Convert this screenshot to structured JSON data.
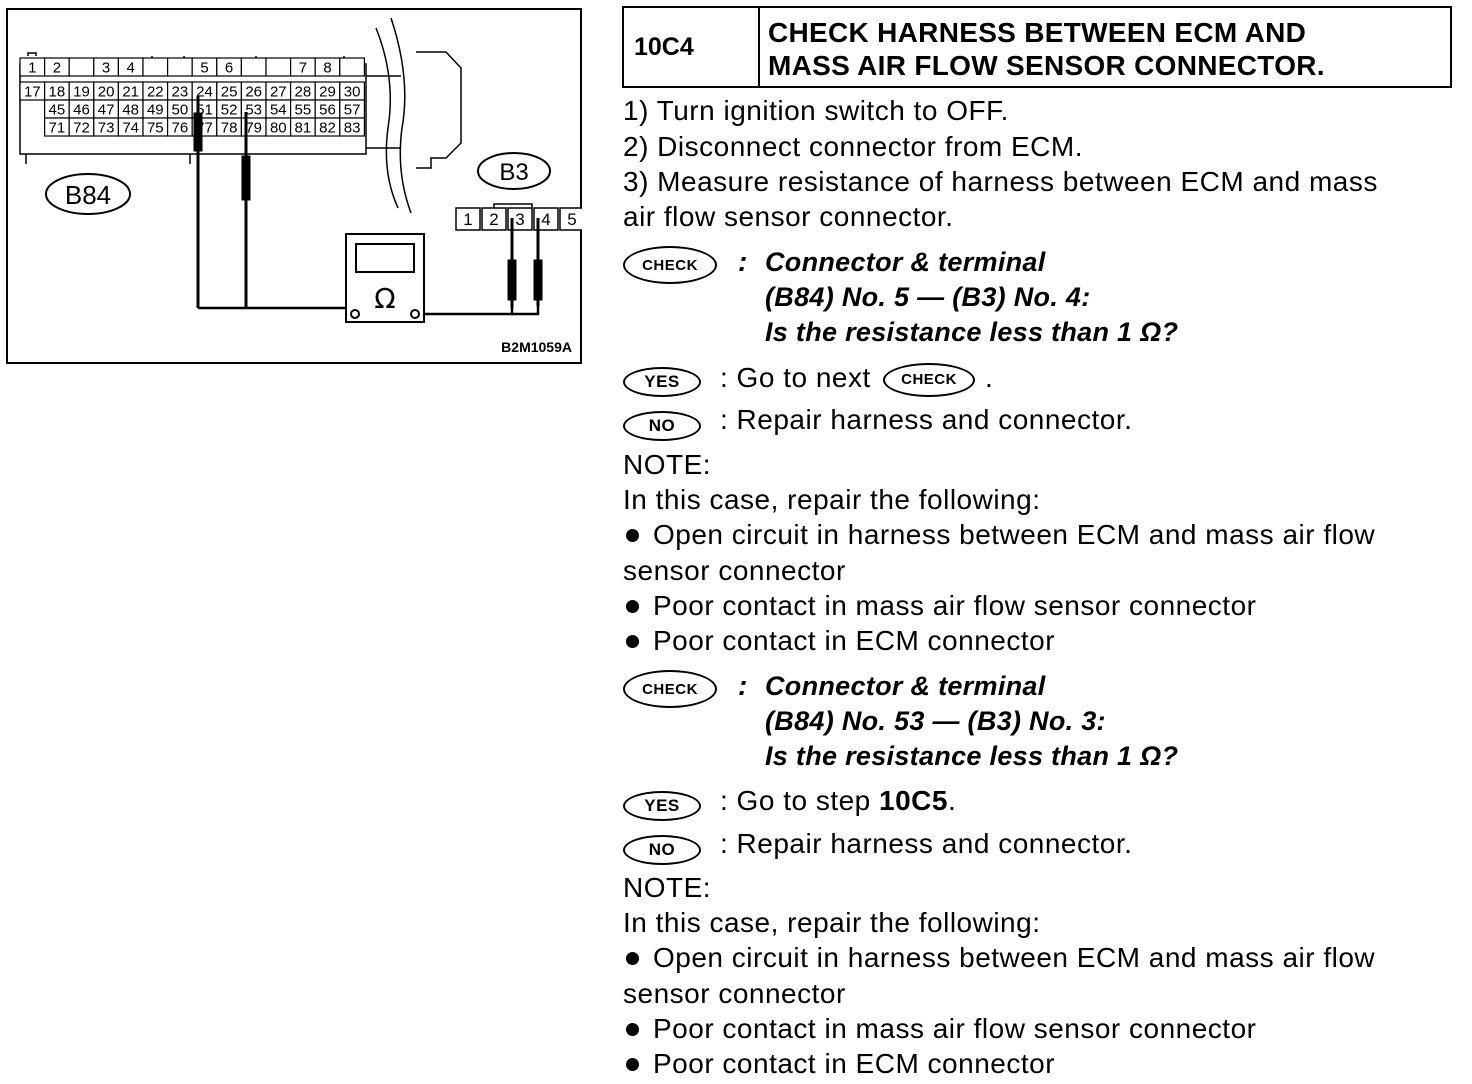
{
  "diagram": {
    "ecm_connector_label": "B84",
    "sensor_connector_label": "B3",
    "meter_symbol": "Ω",
    "figure_code": "B2M1059A",
    "ecm_row1": [
      "1",
      "2",
      "",
      "3",
      "4",
      "",
      "",
      "5",
      "6",
      "",
      "",
      "7",
      "8",
      ""
    ],
    "ecm_row2": [
      "17",
      "18",
      "19",
      "20",
      "21",
      "22",
      "23",
      "24",
      "25",
      "26",
      "27",
      "28",
      "29",
      "30"
    ],
    "ecm_row3": [
      "45",
      "46",
      "47",
      "48",
      "49",
      "50",
      "51",
      "52",
      "53",
      "54",
      "55",
      "56",
      "57"
    ],
    "ecm_row4": [
      "71",
      "72",
      "73",
      "74",
      "75",
      "76",
      "77",
      "78",
      "79",
      "80",
      "81",
      "82",
      "83"
    ],
    "b3_pins": [
      "1",
      "2",
      "3",
      "4",
      "5"
    ]
  },
  "header": {
    "step_id": "10C4",
    "title_line1": "CHECK HARNESS BETWEEN ECM AND",
    "title_line2": "MASS AIR FLOW SENSOR CONNECTOR."
  },
  "steps": [
    "1)  Turn ignition switch to OFF.",
    "2)  Disconnect connector from ECM.",
    "3)  Measure resistance of harness between ECM and mass",
    "air flow sensor connector."
  ],
  "icons": {
    "check": "CHECK",
    "yes": "YES",
    "no": "NO"
  },
  "check1": {
    "line1": "Connector & terminal",
    "line2": "(B84) No. 5 — (B3) No. 4:",
    "line3": "Is the resistance less than 1 Ω?",
    "yes_prefix": ":  Go to next",
    "yes_suffix": ".",
    "no_text": ":  Repair harness and connector.",
    "note_label": "NOTE:",
    "note_intro": "In this case, repair the following:",
    "bullet1_line1": "Open circuit in harness between ECM and mass air flow",
    "bullet1_line2": "sensor connector",
    "bullet2": "Poor contact in mass air flow sensor connector",
    "bullet3": "Poor contact in ECM connector"
  },
  "check2": {
    "line1": "Connector & terminal",
    "line2": "(B84) No. 53 — (B3) No. 3:",
    "line3": "Is the resistance less than 1 Ω?",
    "yes_prefix": ":  Go to step",
    "yes_step": "10C5",
    "yes_suffix": ".",
    "no_text": ":  Repair harness and connector.",
    "note_label": "NOTE:",
    "note_intro": "In this case, repair the following:",
    "bullet1_line1": "Open circuit in harness between ECM and mass air flow",
    "bullet1_line2": "sensor connector",
    "bullet2": "Poor contact in mass air flow sensor connector",
    "bullet3": "Poor contact in ECM connector"
  }
}
